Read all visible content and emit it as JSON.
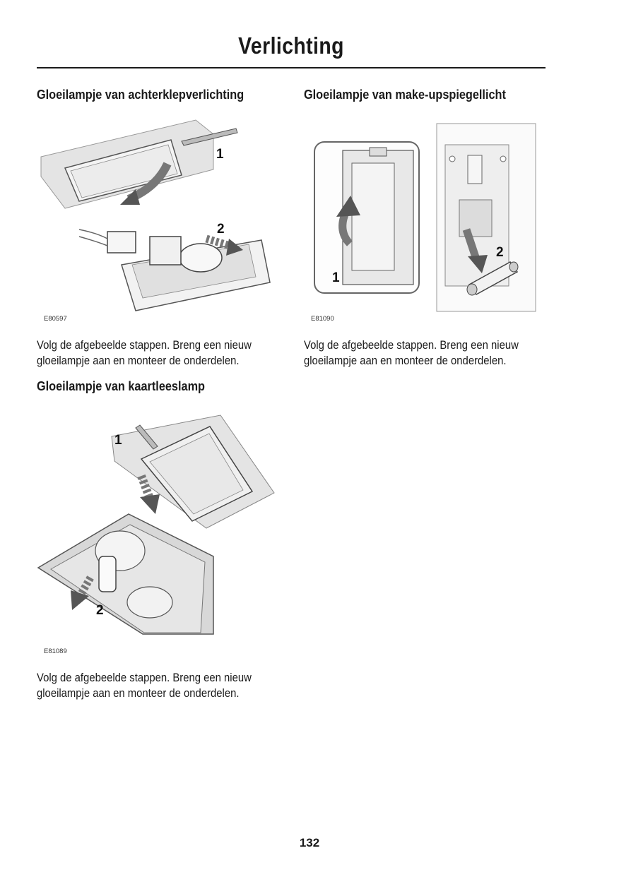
{
  "page": {
    "title": "Verlichting",
    "page_number": "132"
  },
  "sections": [
    {
      "heading": "Gloeilampje van achterklepverlichting",
      "figure_code": "E80597",
      "callouts": [
        "1",
        "2"
      ],
      "text": "Volg de afgebeelde stappen. Breng een nieuw gloeilampje aan en monteer de onderdelen."
    },
    {
      "heading": "Gloeilampje van make-upspiegellicht",
      "figure_code": "E81090",
      "callouts": [
        "1",
        "2"
      ],
      "text": "Volg de afgebeelde stappen. Breng een nieuw gloeilampje aan en monteer de onderdelen."
    },
    {
      "heading": "Gloeilampje van kaartleeslamp",
      "figure_code": "E81089",
      "callouts": [
        "1",
        "2"
      ],
      "text": "Volg de afgebeelde stappen. Breng een nieuw gloeilampje aan en monteer de onderdelen."
    }
  ]
}
